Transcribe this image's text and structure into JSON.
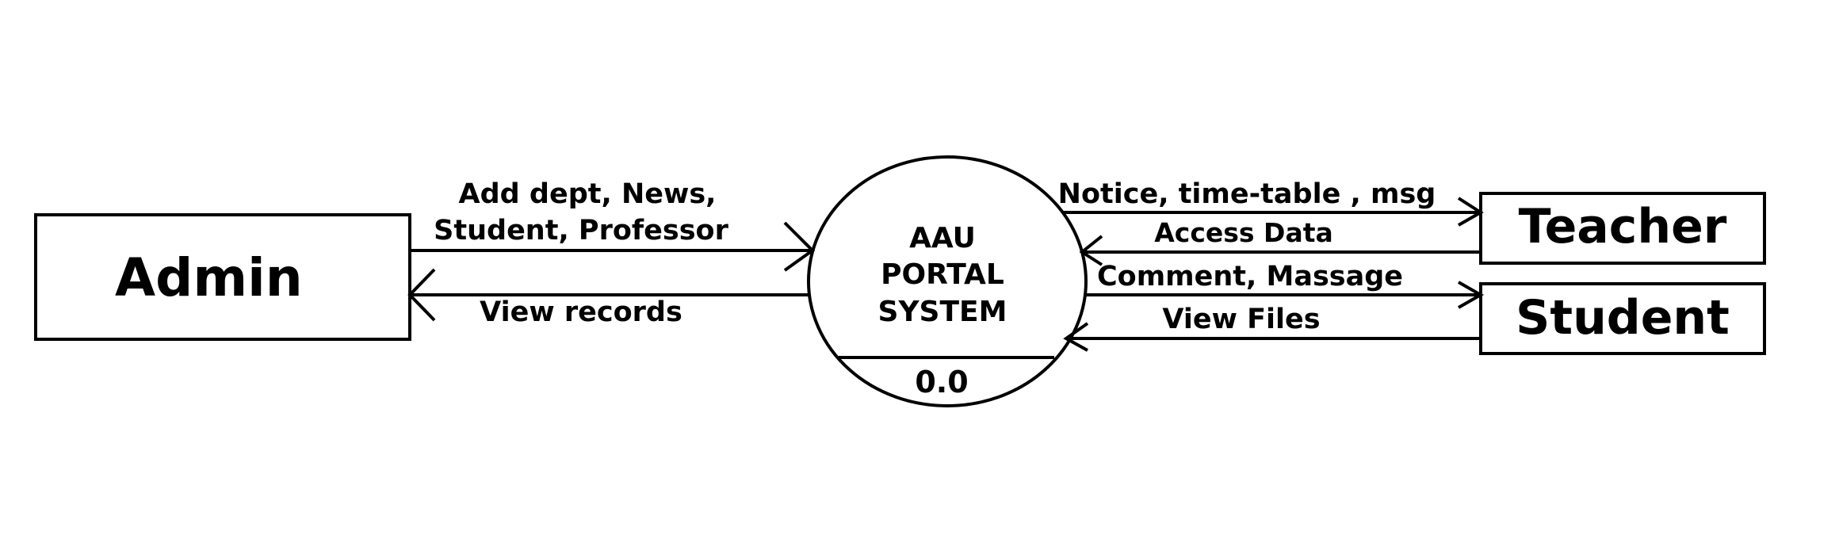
{
  "diagram": {
    "entities": {
      "admin": "Admin",
      "teacher": "Teacher",
      "student": "Student"
    },
    "process": {
      "line1": "AAU",
      "line2": "PORTAL",
      "line3": "SYSTEM",
      "number": "0.0"
    },
    "flows": {
      "admin_to_system_1": "Add dept, News,",
      "admin_to_system_2": "Student, Professor",
      "system_to_admin": "View records",
      "system_to_teacher": "Notice, time-table , msg",
      "teacher_to_system": "Access Data",
      "system_to_student": "Comment, Massage",
      "student_to_system": "View Files"
    }
  }
}
